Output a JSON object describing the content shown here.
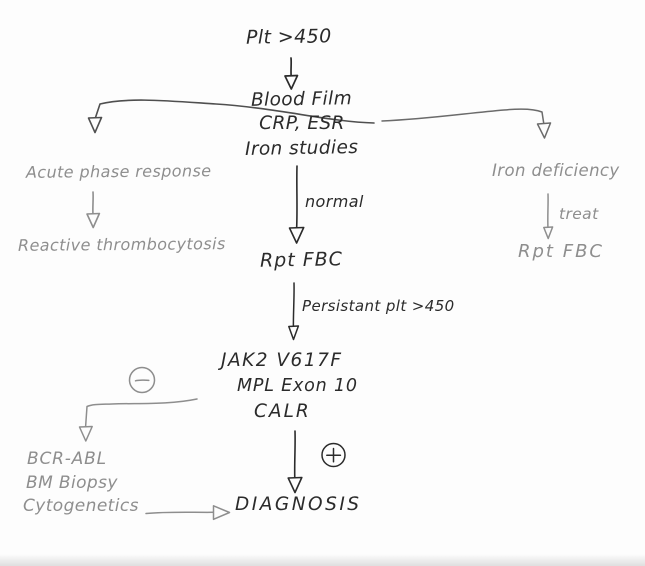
{
  "colors": {
    "ink": "#2b2b2b",
    "muted": "#8e8e8e"
  },
  "flow": {
    "start": "Plt >450",
    "initial_tests": [
      "Blood Film",
      "CRP, ESR",
      "Iron studies"
    ],
    "acute_branch": {
      "cause": "Acute phase response",
      "outcome": "Reactive thrombocytosis"
    },
    "iron_branch": {
      "cause": "Iron deficiency",
      "arrow_label": "treat",
      "outcome": "Rpt FBC"
    },
    "normal_branch": {
      "arrow_label": "normal",
      "node": "Rpt FBC",
      "persistence_label": "Persistant plt >450"
    },
    "mutation_panel": [
      "JAK2 V617F",
      "MPL Exon 10",
      "CALR"
    ],
    "negative_workup": [
      "BCR-ABL",
      "BM Biopsy",
      "Cytogenetics"
    ],
    "icons": {
      "negative": "minus-circle-icon",
      "positive": "plus-circle-icon"
    },
    "final": "DIAGNOSIS"
  }
}
